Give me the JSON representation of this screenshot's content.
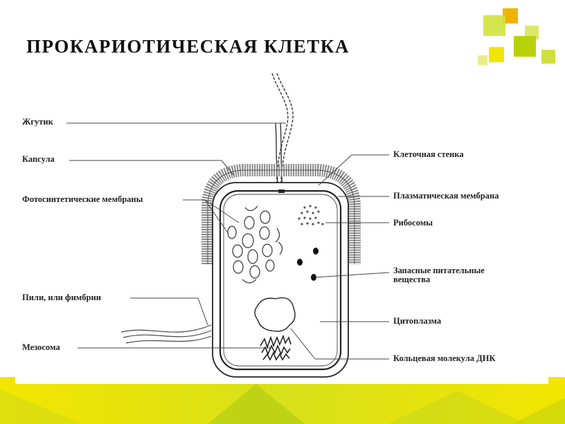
{
  "title": "ПРОКАРИОТИЧЕСКАЯ  КЛЕТКА",
  "labels": {
    "flagellum": "Жгутик",
    "capsule": "Капсула",
    "photosynthetic_membranes": "Фотосинтетические мембраны",
    "pili": "Пили, или фимбрии",
    "mesosome": "Мезосома",
    "cell_wall": "Клеточная стенка",
    "plasma_membrane": "Плазматическая мембрана",
    "ribosomes": "Рибосомы",
    "storage_line1": "Запасные питательные",
    "storage_line2": "вещества",
    "cytoplasm": "Цитоплазма",
    "dna": "Кольцевая молекула ДНК"
  },
  "colors": {
    "accent_yellow": "#f2e600",
    "accent_lime": "#b8d20a",
    "accent_green": "#8cc81e",
    "accent_orange": "#f0b400",
    "ink": "#222222"
  }
}
